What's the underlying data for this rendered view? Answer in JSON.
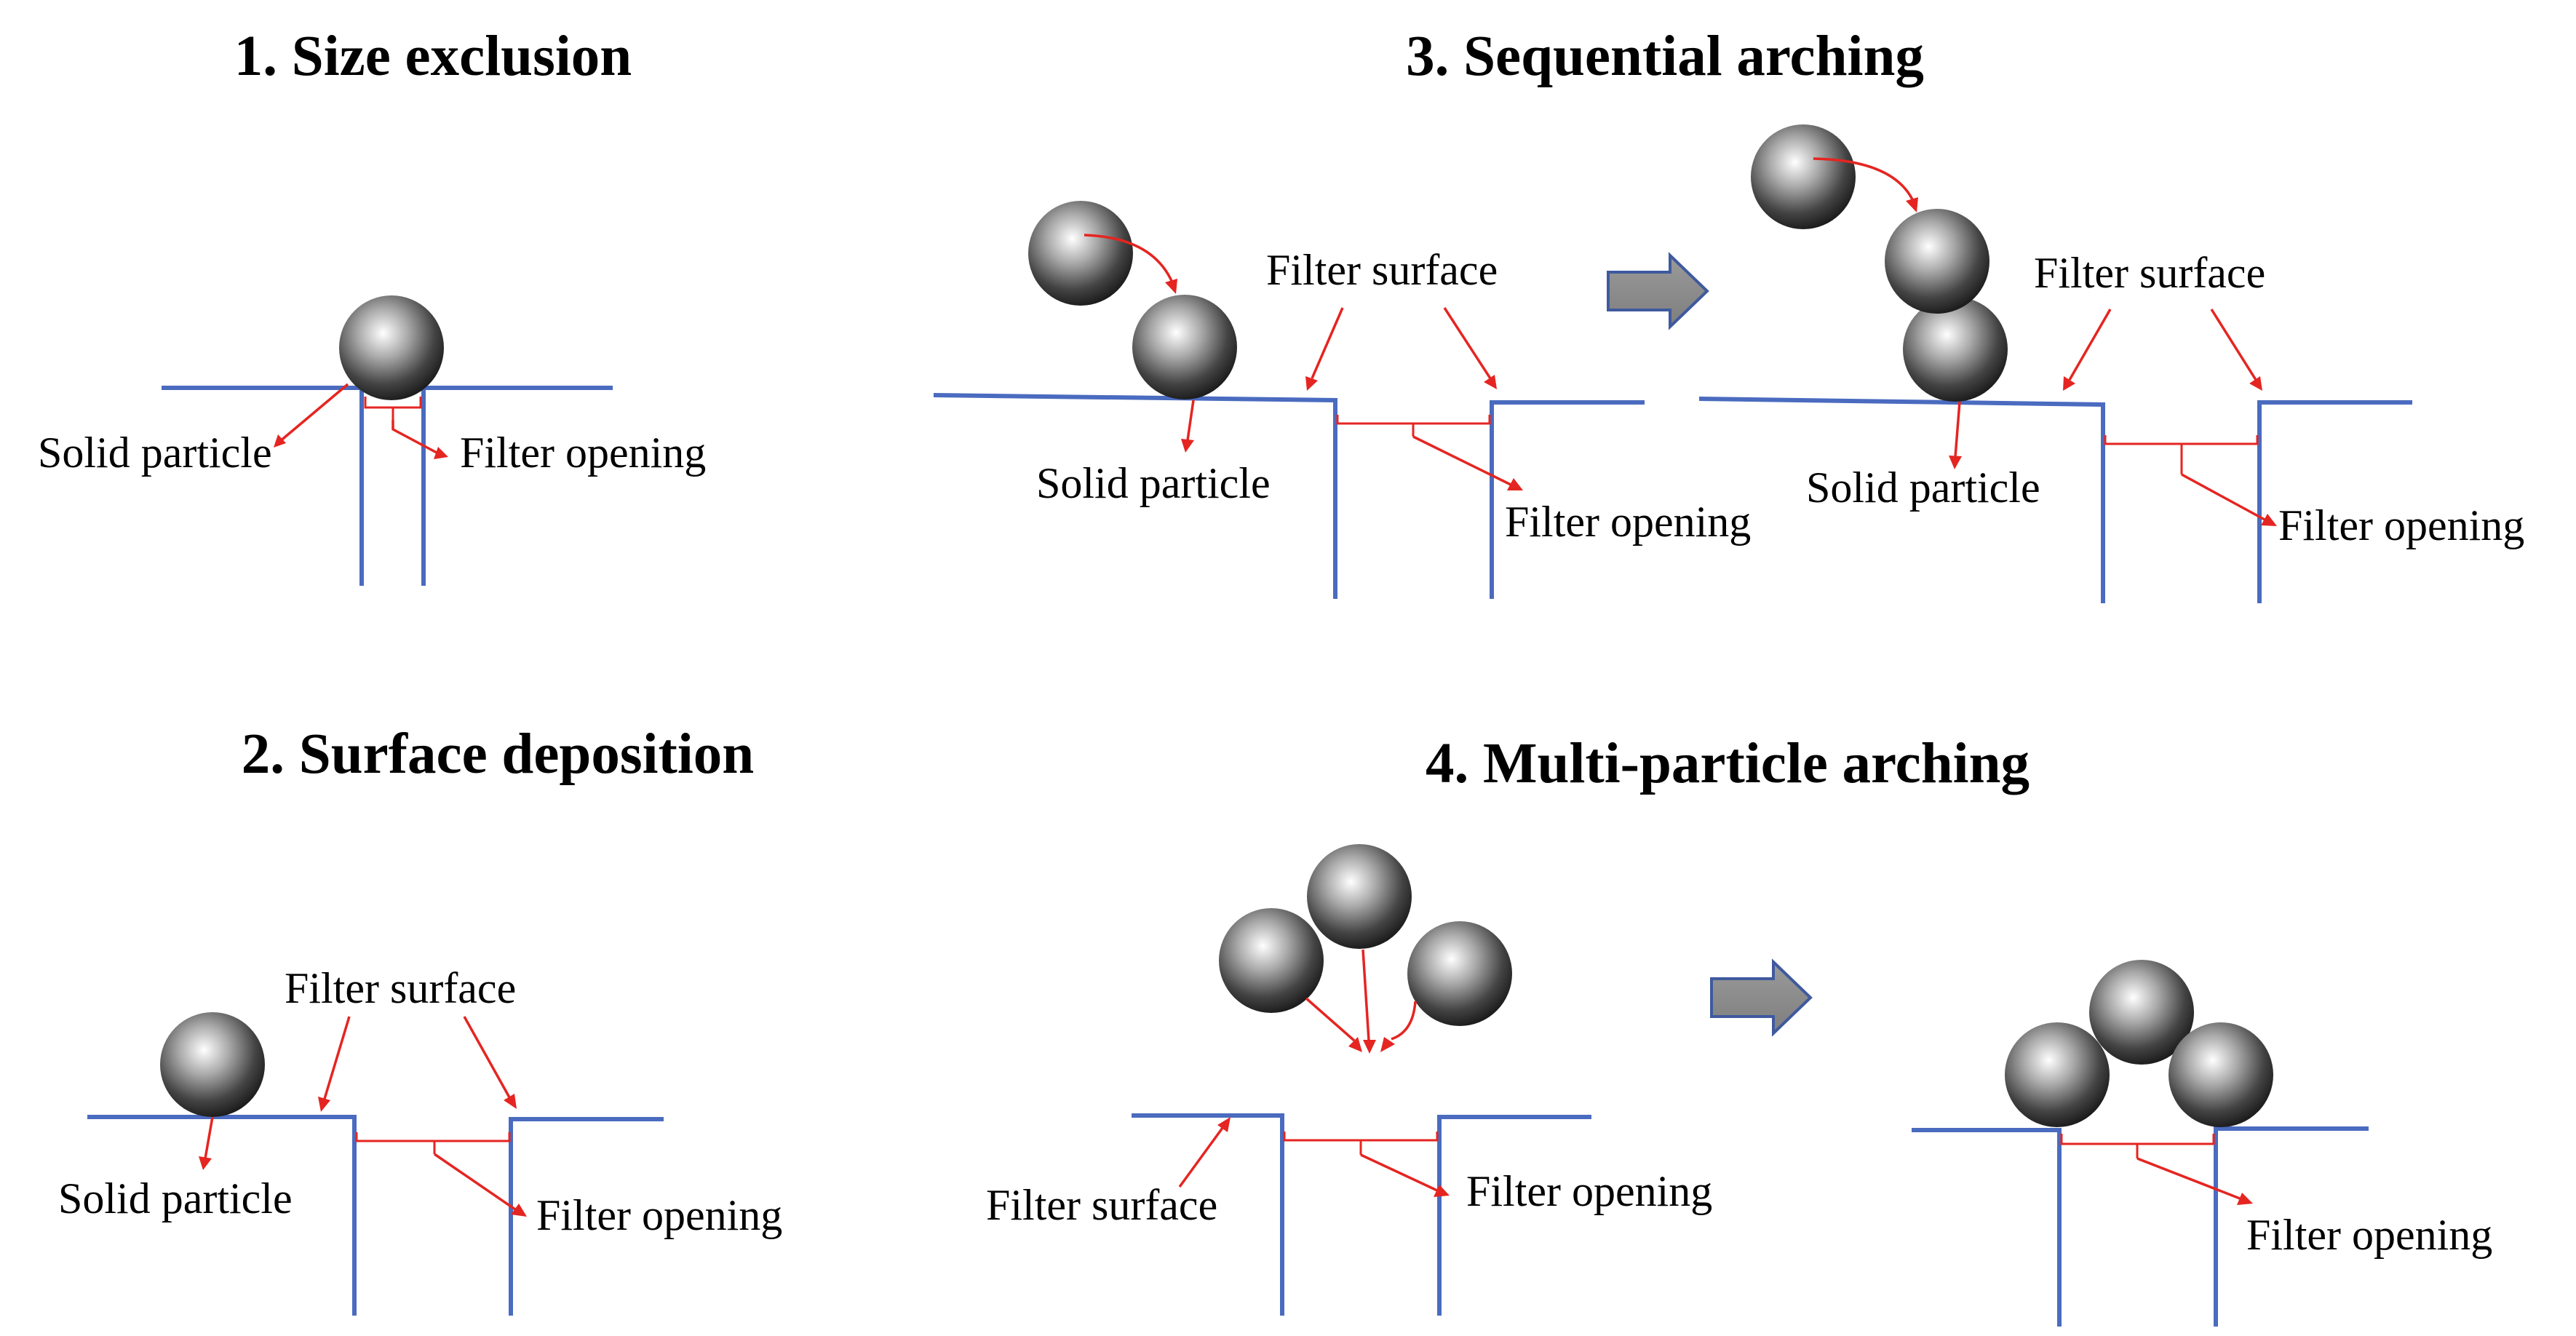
{
  "titles": {
    "p1": "1. Size exclusion",
    "p2": "2. Surface deposition",
    "p3": "3. Sequential arching",
    "p4": "4. Multi-particle arching"
  },
  "labels": {
    "solid_particle": "Solid particle",
    "filter_opening": "Filter opening",
    "filter_surface": "Filter surface"
  },
  "colors": {
    "filter_wall": "#4a6bbf",
    "annotation": "#e52521",
    "step_arrow": "#8c8c8c",
    "step_arrow_outline": "#3f5a9e"
  },
  "icons": [
    "solid-particle-sphere",
    "red-pointer-arrow",
    "grey-step-arrow"
  ]
}
